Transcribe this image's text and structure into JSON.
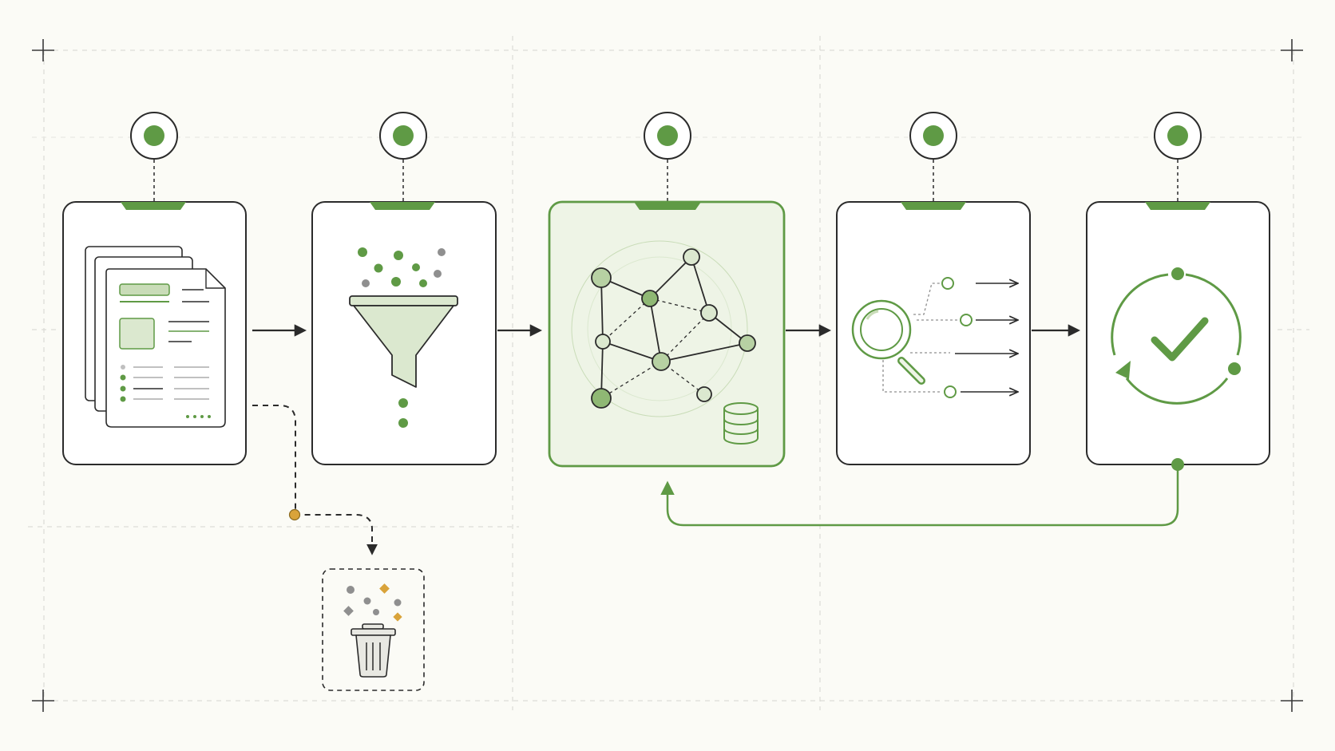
{
  "diagram": {
    "kind": "pipeline-flow",
    "text_labels": [],
    "stages": [
      {
        "id": "documents",
        "icon": "document-stack-icon",
        "highlighted": false
      },
      {
        "id": "filter",
        "icon": "funnel-icon",
        "highlighted": false
      },
      {
        "id": "knowledge-graph",
        "icon": "network-graph-icon",
        "secondary_icon": "database-icon",
        "highlighted": true
      },
      {
        "id": "search",
        "icon": "magnifier-icon",
        "highlighted": false
      },
      {
        "id": "validate",
        "icon": "check-cycle-icon",
        "highlighted": false
      }
    ],
    "side_branch": {
      "from": "documents",
      "to": "discard",
      "icon": "trash-icon",
      "style": "dashed"
    },
    "feedback_loop": {
      "from": "validate",
      "to": "knowledge-graph"
    },
    "colors": {
      "background": "#fbfbf6",
      "accent": "#5f9a45",
      "accent_fill": "#eef4e6",
      "accent_light": "#c9dcb8",
      "stroke": "#2b2b2b",
      "discard_accent": "#d9a33a",
      "grid": "#d6d6d0"
    }
  }
}
